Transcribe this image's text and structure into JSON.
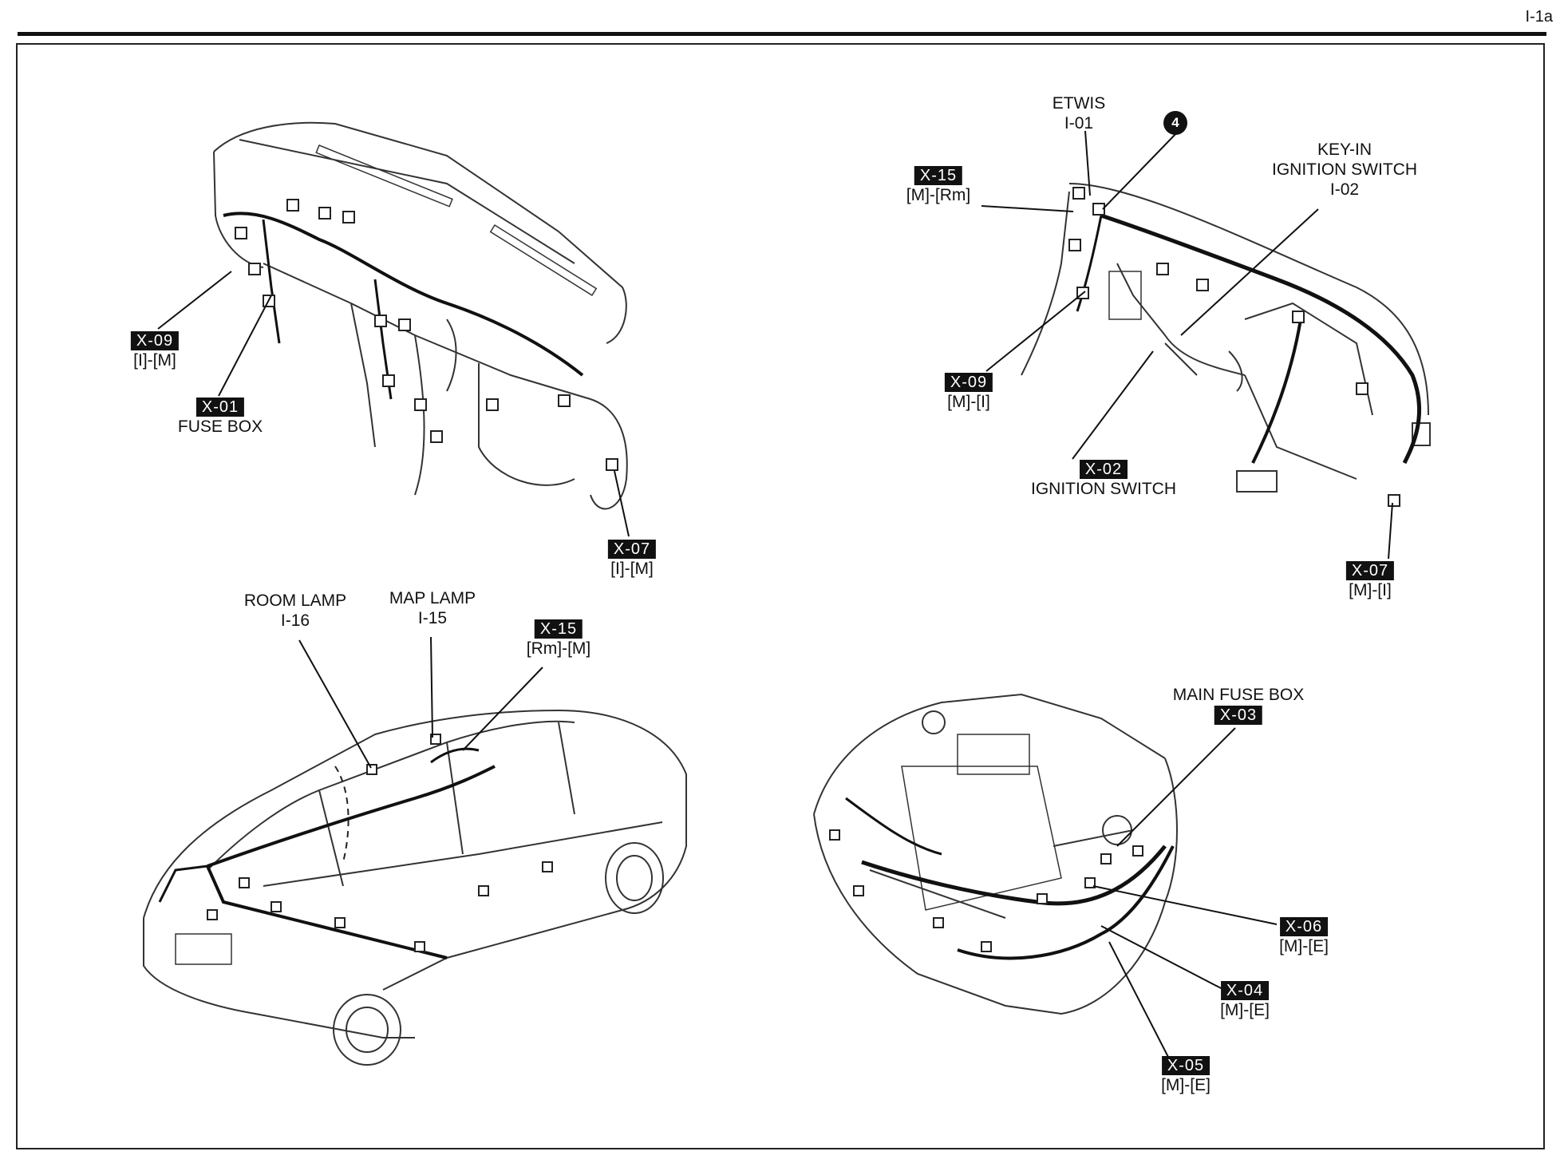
{
  "page_id": "I-1a",
  "dash_left": {
    "x09": {
      "code": "X-09",
      "pins": "[I]-[M]"
    },
    "x01": {
      "code": "X-01",
      "name": "FUSE BOX"
    },
    "x07": {
      "code": "X-07",
      "pins": "[I]-[M]"
    }
  },
  "dash_right": {
    "etwis": {
      "name": "ETWIS",
      "code": "I-01"
    },
    "marker": "4",
    "keyin": {
      "line1": "KEY-IN",
      "line2": "IGNITION SWITCH",
      "code": "I-02"
    },
    "x15": {
      "code": "X-15",
      "pins": "[M]-[Rm]"
    },
    "x09": {
      "code": "X-09",
      "pins": "[M]-[I]"
    },
    "x02": {
      "code": "X-02",
      "name": "IGNITION SWITCH"
    },
    "x07": {
      "code": "X-07",
      "pins": "[M]-[I]"
    }
  },
  "car_body": {
    "room_lamp": {
      "name": "ROOM LAMP",
      "code": "I-16"
    },
    "map_lamp": {
      "name": "MAP LAMP",
      "code": "I-15"
    },
    "x15": {
      "code": "X-15",
      "pins": "[Rm]-[M]"
    }
  },
  "engine_bay": {
    "main_fuse": {
      "name": "MAIN FUSE BOX",
      "code": "X-03"
    },
    "x06": {
      "code": "X-06",
      "pins": "[M]-[E]"
    },
    "x04": {
      "code": "X-04",
      "pins": "[M]-[E]"
    },
    "x05": {
      "code": "X-05",
      "pins": "[M]-[E]"
    }
  }
}
